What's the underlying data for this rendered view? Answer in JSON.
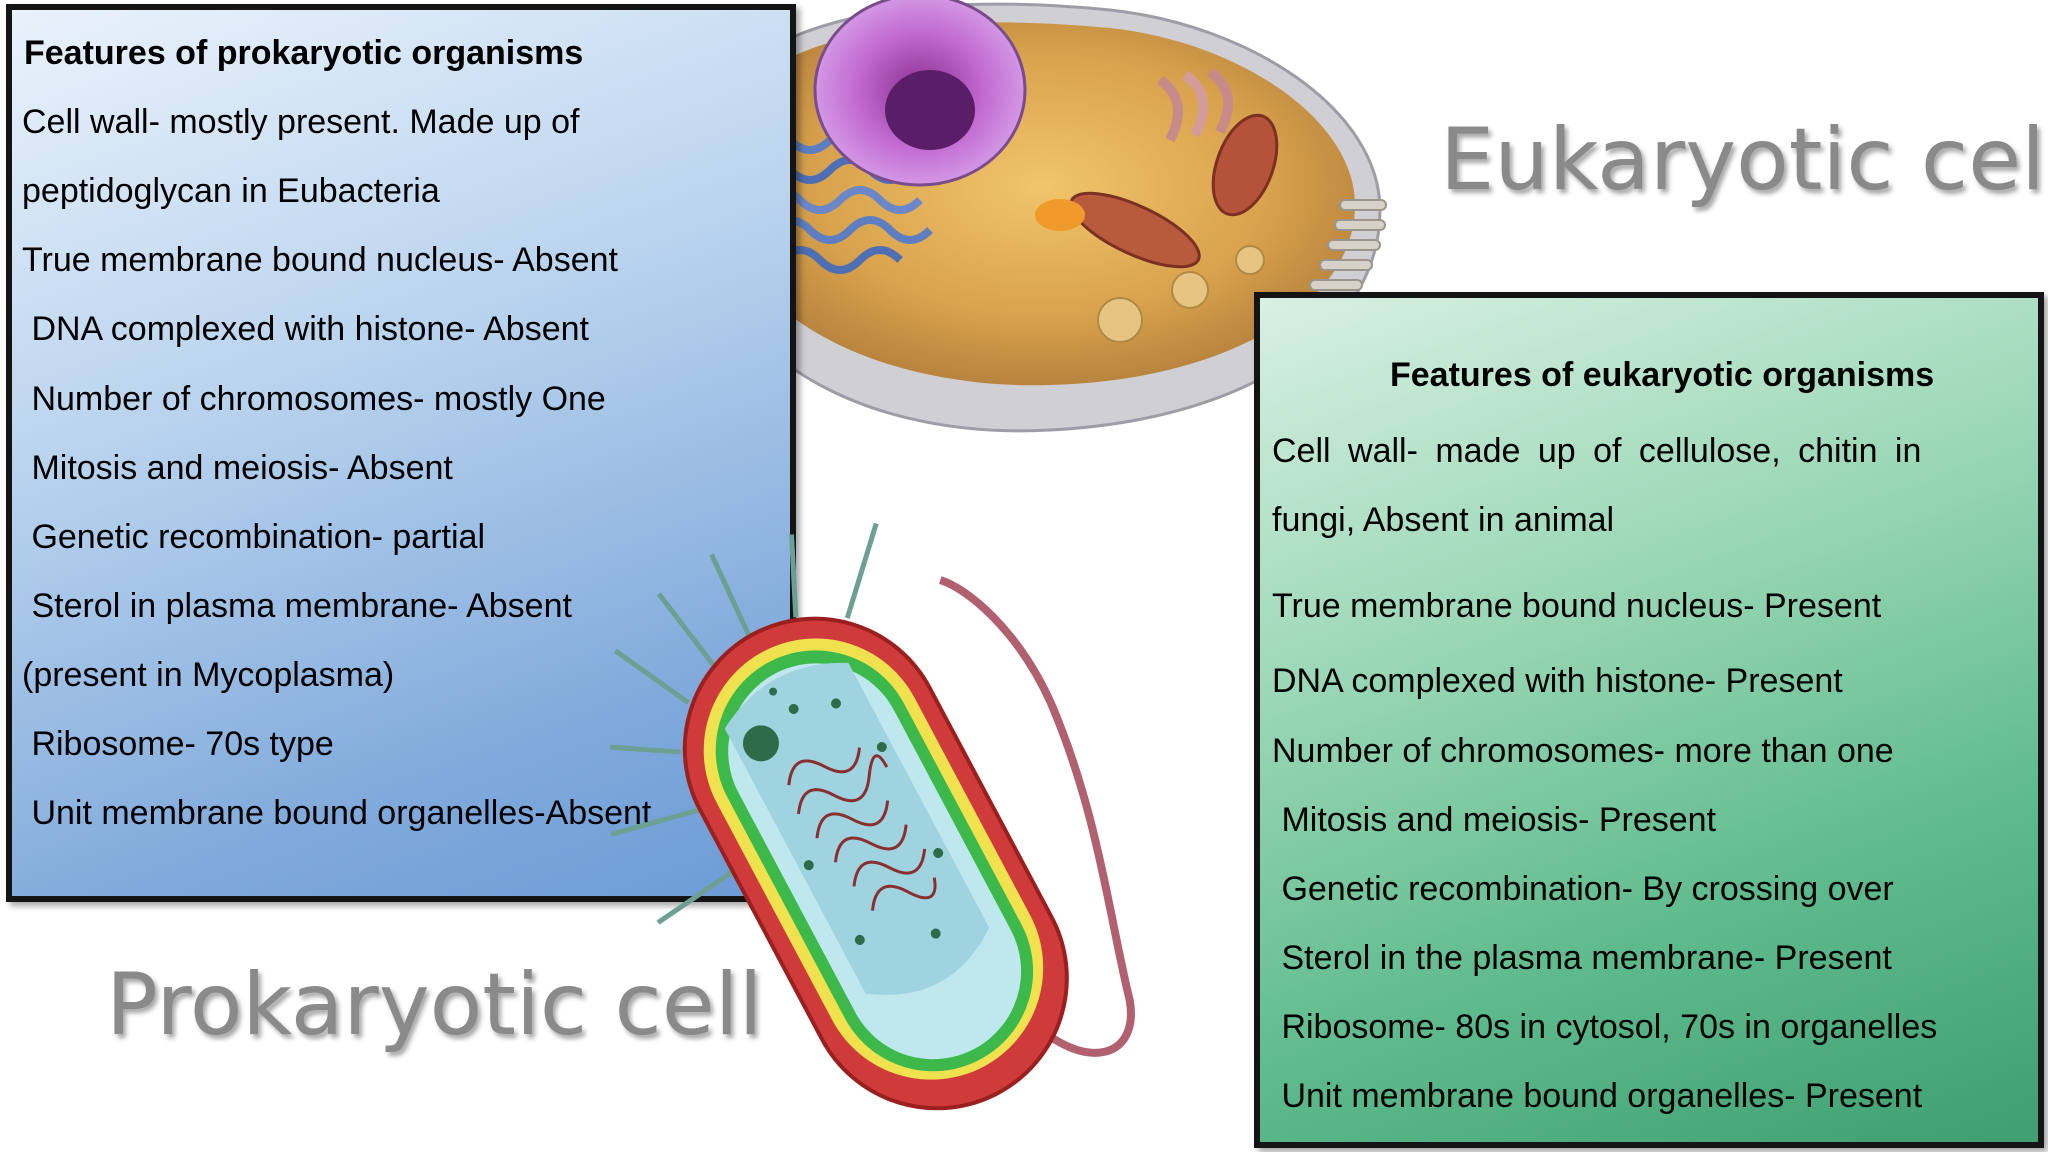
{
  "prokaryotic": {
    "title": "Prokaryotic cell",
    "heading": "Features of prokaryotic organisms",
    "lines": [
      "Cell wall- mostly present. Made up of",
      "peptidoglycan in Eubacteria",
      "True membrane bound nucleus- Absent",
      " DNA complexed with histone- Absent",
      " Number of chromosomes- mostly One",
      " Mitosis and meiosis- Absent",
      " Genetic recombination- partial",
      " Sterol in plasma membrane- Absent",
      "(present in Mycoplasma)",
      " Ribosome- 70s type",
      " Unit membrane bound organelles-Absent"
    ]
  },
  "eukaryotic": {
    "title": "Eukaryotic cell",
    "heading": "Features of eukaryotic organisms",
    "lines": [
      "Cell wall- made up of cellulose, chitin in",
      "fungi, Absent in animal",
      "True membrane bound nucleus- Present",
      "DNA complexed with histone- Present",
      "Number of chromosomes- more than one",
      " Mitosis and meiosis- Present",
      " Genetic recombination- By crossing over",
      " Sterol in the plasma membrane- Present",
      " Ribosome- 80s in cytosol, 70s in organelles",
      " Unit membrane bound organelles- Present"
    ]
  },
  "colors": {
    "prokaryotic_panel": "#7fa9db",
    "eukaryotic_panel": "#5dba8c",
    "title_gray": "#8a8a8a"
  }
}
